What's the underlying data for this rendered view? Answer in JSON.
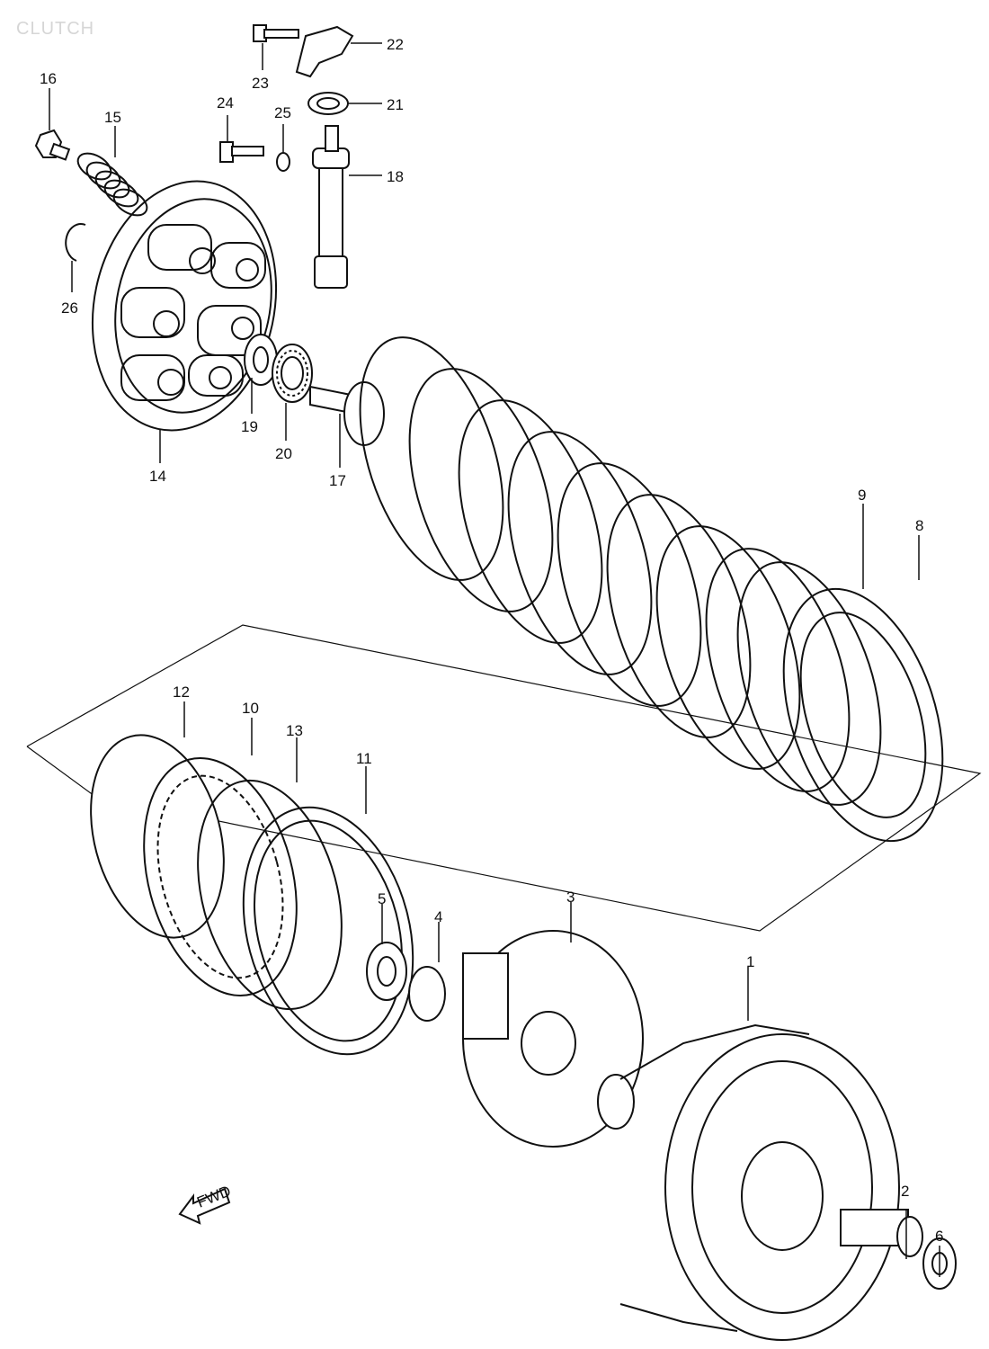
{
  "diagram": {
    "watermark": "CLUTCH",
    "callouts": [
      "1",
      "2",
      "3",
      "4",
      "5",
      "6",
      "8",
      "9",
      "10",
      "11",
      "12",
      "13",
      "14",
      "15",
      "16",
      "17",
      "18",
      "19",
      "20",
      "21",
      "22",
      "23",
      "24",
      "25",
      "26"
    ],
    "front_arrow": "FWD",
    "colors": {
      "ink": "#111111",
      "paper": "#ffffff",
      "watermark": "#d6d6d6"
    }
  }
}
